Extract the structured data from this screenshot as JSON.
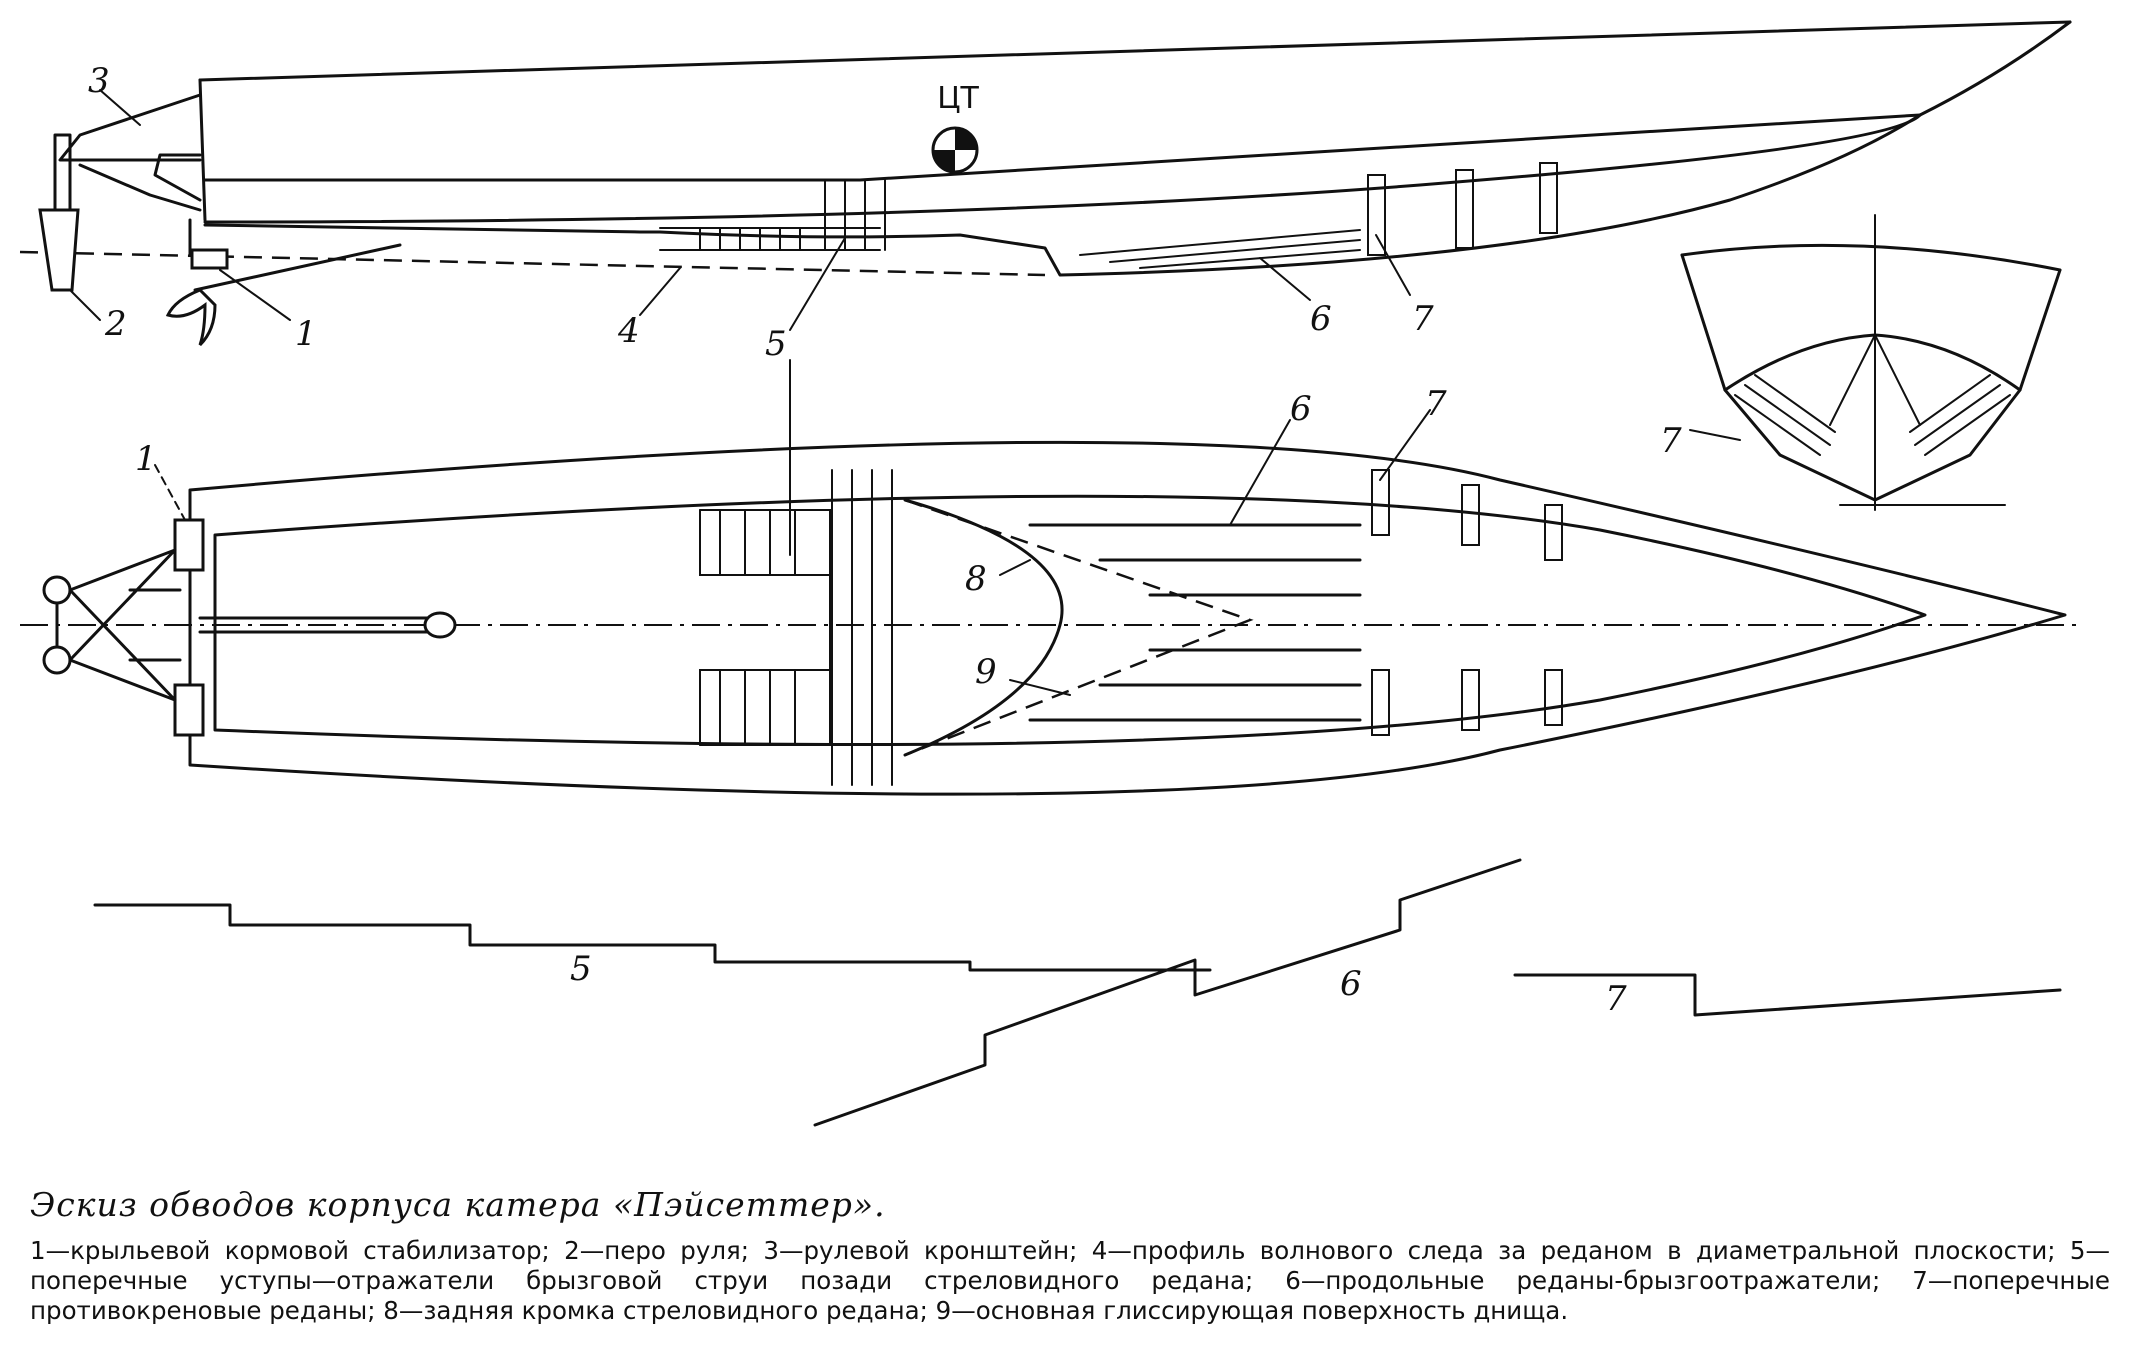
{
  "figure": {
    "title": "Эскиз обводов корпуса катера «Пэйсеттер».",
    "legend_text": "1—крыльевой кормовой стабилизатор; 2—перо руля; 3—рулевой кронштейн; 4—профиль волнового следа за реданом в диаметральной плоскости; 5—поперечные уступы—отражатели брызговой струи позади стреловидного редана; 6—продольные реданы-брызгоотражатели; 7—поперечные противокреновые реданы; 8—задняя кромка стреловидного редана; 9—основная глиссирующая поверхность днища.",
    "center_of_gravity_label": "ЦТ"
  },
  "callouts": {
    "side": {
      "n3": "3",
      "n2": "2",
      "n1": "1",
      "n4": "4",
      "n5": "5",
      "n6": "6",
      "n7": "7"
    },
    "plan": {
      "n1": "1",
      "n6": "6",
      "n7": "7",
      "n8": "8",
      "n9": "9"
    },
    "section": {
      "n7": "7"
    },
    "profiles": {
      "n5": "5",
      "n6": "6",
      "n7": "7"
    }
  }
}
